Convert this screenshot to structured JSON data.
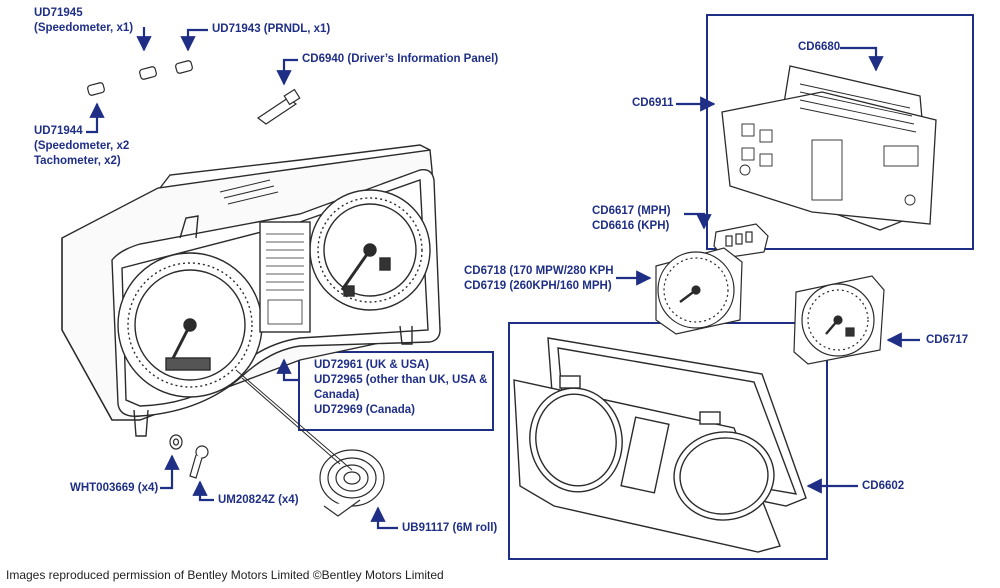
{
  "labels": {
    "ud71945": [
      "UD71945",
      "(Speedometer, x1)"
    ],
    "ud71943": "UD71943 (PRNDL, x1)",
    "cd6940": "CD6940 (Driver’s Information Panel)",
    "ud71944": [
      "UD71944",
      "(Speedometer, x2",
      "Tachometer, x2)"
    ],
    "cd6680": "CD6680",
    "cd6911": "CD6911",
    "cd6617_6616": [
      "CD6617 (MPH)",
      "CD6616 (KPH)"
    ],
    "cd6718_6719": [
      "CD6718 (170 MPW/280 KPH",
      "CD6719 (260KPH/160 MPH)"
    ],
    "ud7296x": [
      "UD72961 (UK & USA)",
      "UD72965 (other than UK, USA &",
      "Canada)",
      "UD72969 (Canada)"
    ],
    "cd6717": "CD6717",
    "cd6602": "CD6602",
    "wht003669": "WHT003669 (x4)",
    "um20824z": "UM20824Z (x4)",
    "ub91117": "UB91117 (6M roll)"
  },
  "credit": "Images reproduced permission of Bentley Motors Limited ©Bentley Motors Limited",
  "colors": {
    "label": "#1f2f86",
    "drawing": "#2b2b2b"
  }
}
